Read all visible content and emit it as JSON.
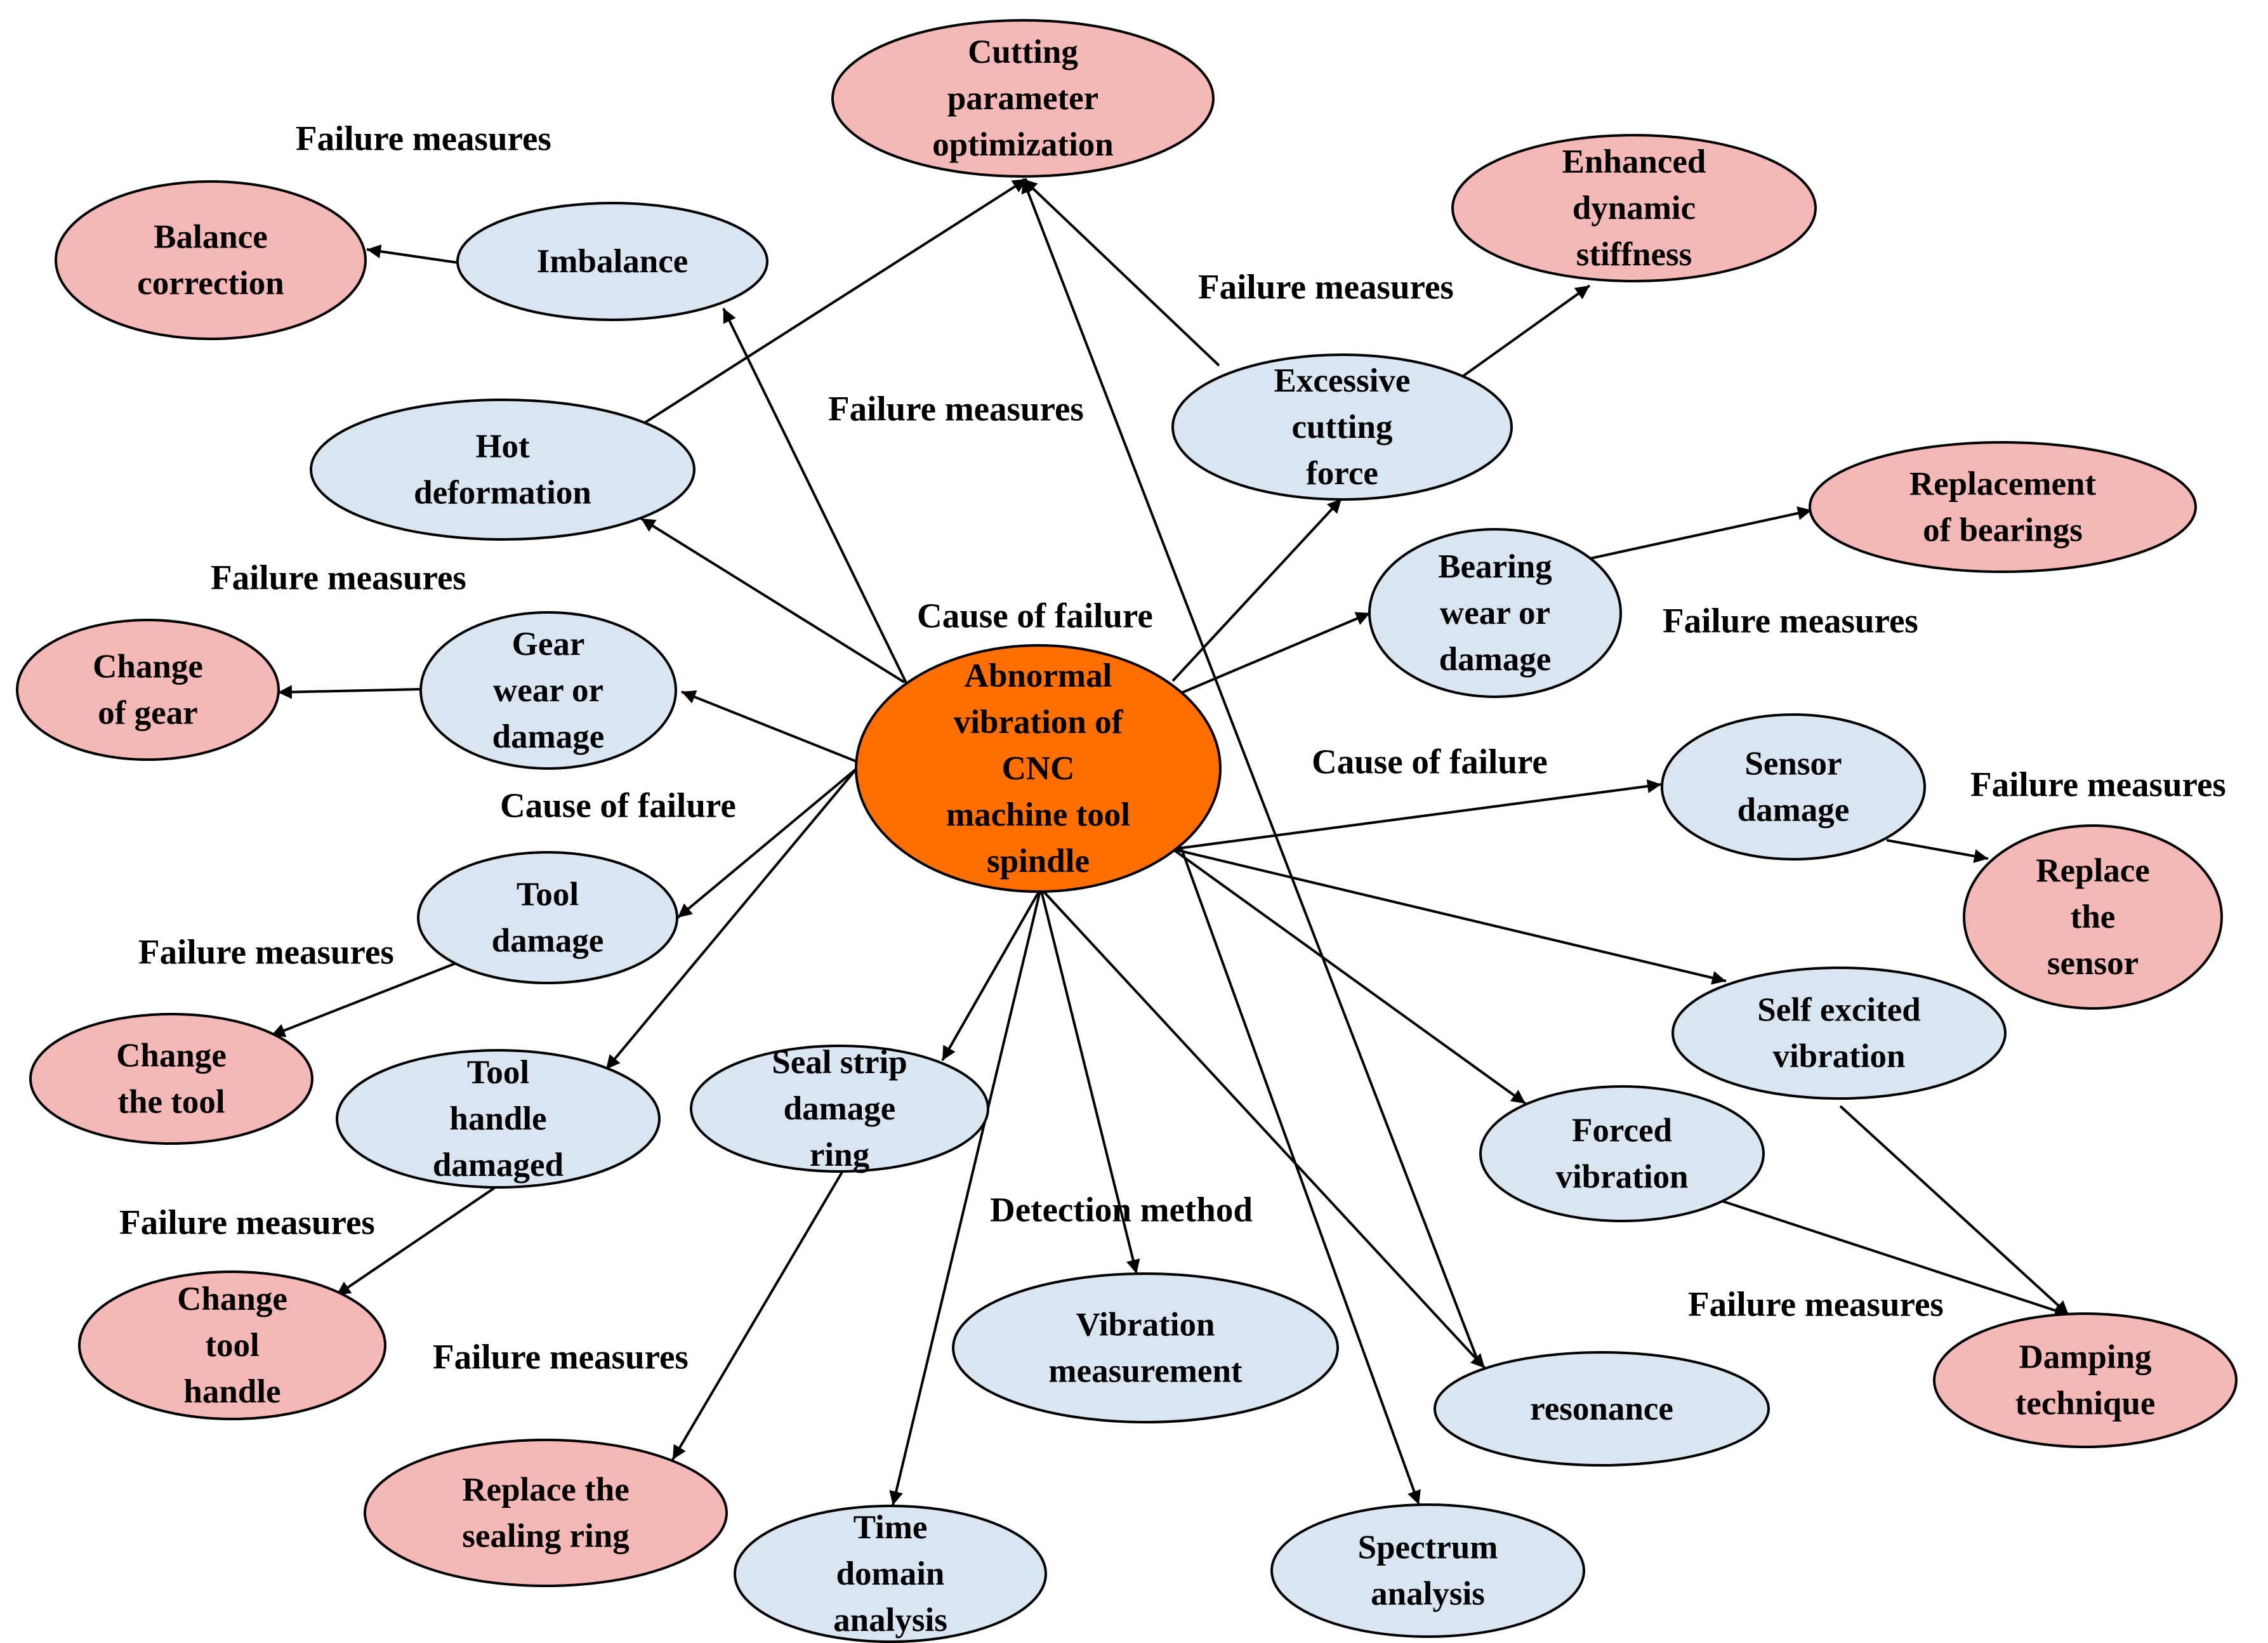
{
  "colors": {
    "center_fill": "#FF6F00",
    "cause_fill": "#D9E6F2",
    "measure_fill": "#F4B8B6",
    "stroke": "#000000"
  },
  "nodes": {
    "center": [
      "Abnormal",
      "vibration of",
      "CNC",
      "machine tool",
      "spindle"
    ],
    "cutting_param": [
      "Cutting",
      "parameter",
      "optimization"
    ],
    "enhanced_stiffness": [
      "Enhanced",
      "dynamic",
      "stiffness"
    ],
    "balance_correction": [
      "Balance",
      "correction"
    ],
    "imbalance": [
      "Imbalance"
    ],
    "hot_deformation": [
      "Hot",
      "deformation"
    ],
    "excessive_force": [
      "Excessive",
      "cutting",
      "force"
    ],
    "replacement_bearings": [
      "Replacement",
      "of bearings"
    ],
    "bearing_wear": [
      "Bearing",
      "wear or",
      "damage"
    ],
    "change_gear": [
      "Change",
      "of gear"
    ],
    "gear_wear": [
      "Gear",
      "wear or",
      "damage"
    ],
    "sensor_damage": [
      "Sensor",
      "damage"
    ],
    "replace_sensor": [
      "Replace",
      "the",
      "sensor"
    ],
    "tool_damage": [
      "Tool",
      "damage"
    ],
    "change_tool": [
      "Change",
      "the tool"
    ],
    "tool_handle": [
      "Tool",
      "handle",
      "damaged"
    ],
    "seal_strip": [
      "Seal strip",
      "damage",
      "ring"
    ],
    "self_excited": [
      "Self excited",
      "vibration"
    ],
    "forced_vibration": [
      "Forced",
      "vibration"
    ],
    "vibration_measurement": [
      "Vibration",
      "measurement"
    ],
    "change_tool_handle": [
      "Change",
      "tool",
      "handle"
    ],
    "damping": [
      "Damping",
      "technique"
    ],
    "resonance": [
      "resonance"
    ],
    "replace_sealing_ring": [
      "Replace the",
      "sealing ring"
    ],
    "time_domain": [
      "Time",
      "domain",
      "analysis"
    ],
    "spectrum": [
      "Spectrum",
      "analysis"
    ]
  },
  "labels": {
    "fm_top_left": "Failure measures",
    "fm_right_upper": "Failure measures",
    "fm_center_upper": "Failure measures",
    "fm_left_mid": "Failure measures",
    "fm_bearing": "Failure measures",
    "cause_top": "Cause of failure",
    "cause_right": "Cause of failure",
    "fm_sensor": "Failure measures",
    "cause_left": "Cause of failure",
    "fm_tool": "Failure measures",
    "detection": "Detection method",
    "fm_tool_handle": "Failure measures",
    "fm_damping": "Failure measures",
    "fm_seal": "Failure measures"
  }
}
